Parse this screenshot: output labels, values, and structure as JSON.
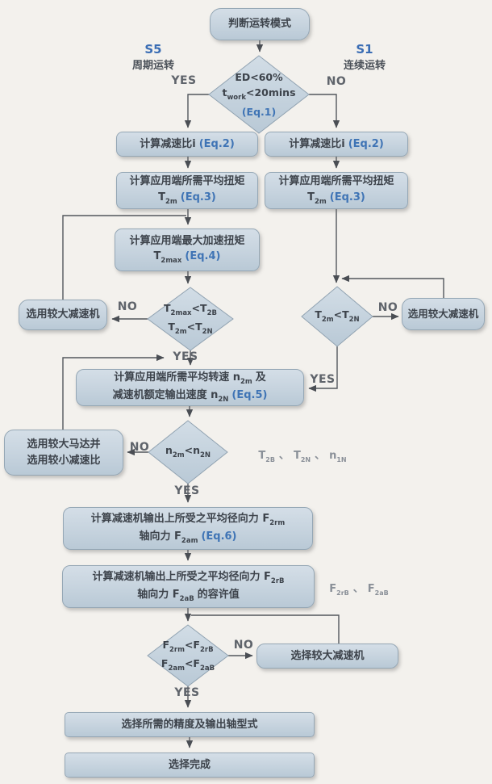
{
  "labels": {
    "yes": "YES",
    "no": "NO",
    "s5": "S5",
    "s5_mode": "周期运转",
    "s1": "S1",
    "s1_mode": "连续运转"
  },
  "nodes": {
    "start": "判断运转模式",
    "d1": {
      "l1": "ED<60%",
      "t": "t",
      "t_sub": "work",
      "t_rest": "<20mins",
      "eq": "(Eq.1)"
    },
    "eq2": {
      "text": "计算减速比i",
      "eq": "(Eq.2)"
    },
    "eq3": {
      "l1": "计算应用端所需平均扭矩",
      "sym": "T",
      "sub": "2m",
      "eq": "(Eq.3)"
    },
    "eq4": {
      "l1": "计算应用端最大加速扭矩",
      "sym": "T",
      "sub": "2max",
      "eq": "(Eq.4)"
    },
    "d2": {
      "a": "T",
      "a_sub": "2max",
      "b": "<T",
      "b_sub": "2B",
      "c": "T",
      "c_sub": "2m",
      "d": "<T",
      "d_sub": "2N"
    },
    "bigger": "选用较大减速机",
    "d3": {
      "a": "T",
      "a_sub": "2m",
      "b": "<T",
      "b_sub": "2N"
    },
    "eq5": {
      "l1": "计算应用端所需平均转速 n",
      "l1_sub": "2m",
      "l1_end": "及",
      "l2": "减速机额定输出速度 n",
      "l2_sub": "2N",
      "eq": "(Eq.5)"
    },
    "d4": {
      "a": "n",
      "a_sub": "2m",
      "b": "<n",
      "b_sub": "2N"
    },
    "motor": {
      "l1": "选用较大马达并",
      "l2": "选用较小减速比"
    },
    "eq6": {
      "l1": "计算减速机输出上所受之平均径向力 F",
      "l1_sub": "2rm",
      "l2": "轴向力 F",
      "l2_sub": "2am",
      "eq": "(Eq.6)"
    },
    "allow": {
      "l1": "计算减速机输出上所受之平均径向力 F",
      "l1_sub": "2rB",
      "l2": "轴向力 F",
      "l2_sub": "2aB",
      "l2_end": "的容许值"
    },
    "df": {
      "a": "F",
      "a_sub": "2rm",
      "b": "<F",
      "b_sub": "2rB",
      "c": "F",
      "c_sub": "2am",
      "d": "<F",
      "d_sub": "2aB"
    },
    "choose_bigger": "选择较大减速机",
    "precision": "选择所需的精度及输出轴型式",
    "done": "选择完成"
  },
  "notes": {
    "n1": {
      "a": "T",
      "a_sub": "2B",
      "s1": "、",
      "b": "T",
      "b_sub": "2N",
      "s2": "、",
      "c": "n",
      "c_sub": "1N"
    },
    "n2": {
      "a": "F",
      "a_sub": "2rB",
      "s": "、",
      "b": "F",
      "b_sub": "2aB"
    }
  },
  "colors": {
    "node_fill": "#c8d4df",
    "accent_blue": "#3f74b5",
    "line": "#53575d"
  }
}
